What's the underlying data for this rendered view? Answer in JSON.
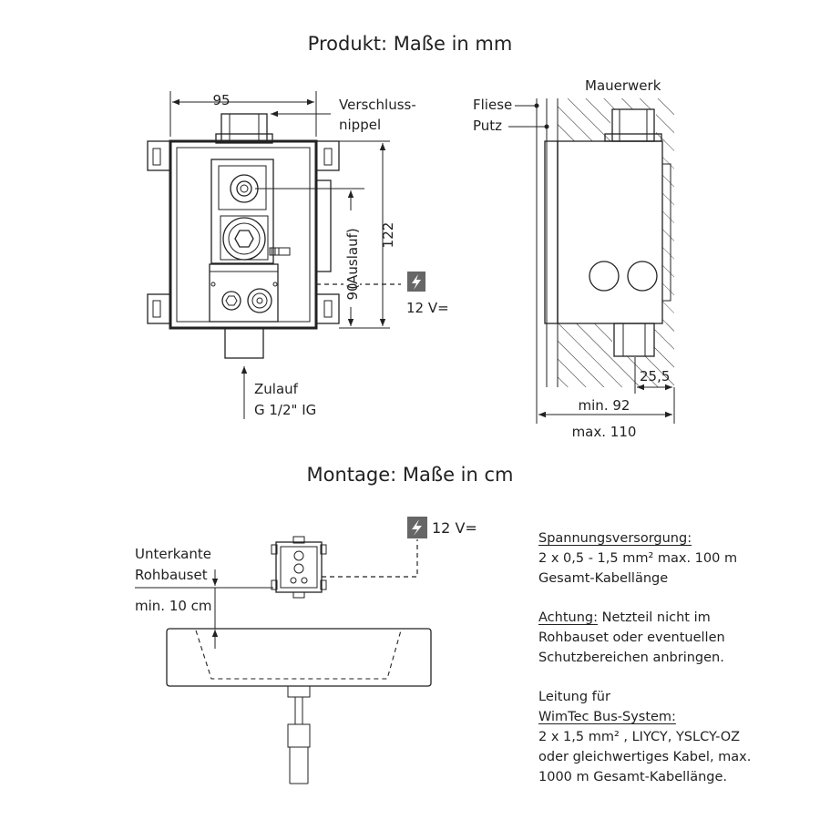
{
  "titles": {
    "product": "Produkt: Maße in mm",
    "mounting": "Montage: Maße in cm"
  },
  "product_front": {
    "dim_width": "95",
    "dim_height": "122",
    "dim_outlet": "90",
    "outlet_label": "(Auslauf)",
    "cap_label_line1": "Verschluss-",
    "cap_label_line2": "nippel",
    "inlet_line1": "Zulauf",
    "inlet_line2": "G 1/2\" IG",
    "voltage": "12 V="
  },
  "product_side": {
    "masonry": "Mauerwerk",
    "tile": "Fliese",
    "plaster": "Putz",
    "dim_depth": "25,5",
    "dim_min": "min. 92",
    "dim_max": "max. 110"
  },
  "mounting": {
    "voltage": "12 V=",
    "edge_line1": "Unterkante",
    "edge_line2": "Rohbauset",
    "min_dist": "min. 10 cm"
  },
  "notes": {
    "supply_head": "Spannungsversorgung:",
    "supply_l1": "2 x 0,5 - 1,5 mm²  max. 100 m",
    "supply_l2": "Gesamt-Kabellänge",
    "warn_head": "Achtung:",
    "warn_l1": " Netzteil nicht im",
    "warn_l2": "Rohbauset oder eventuellen",
    "warn_l3": "Schutzbereichen anbringen.",
    "bus_h1": "Leitung für",
    "bus_h2": "WimTec Bus-System:",
    "bus_l1": "2 x 1,5 mm² , LIYCY, YSLCY-OZ",
    "bus_l2": "oder gleichwertiges Kabel, max.",
    "bus_l3": "1000 m Gesamt-Kabellänge."
  },
  "icons": [
    "lightning-icon"
  ]
}
